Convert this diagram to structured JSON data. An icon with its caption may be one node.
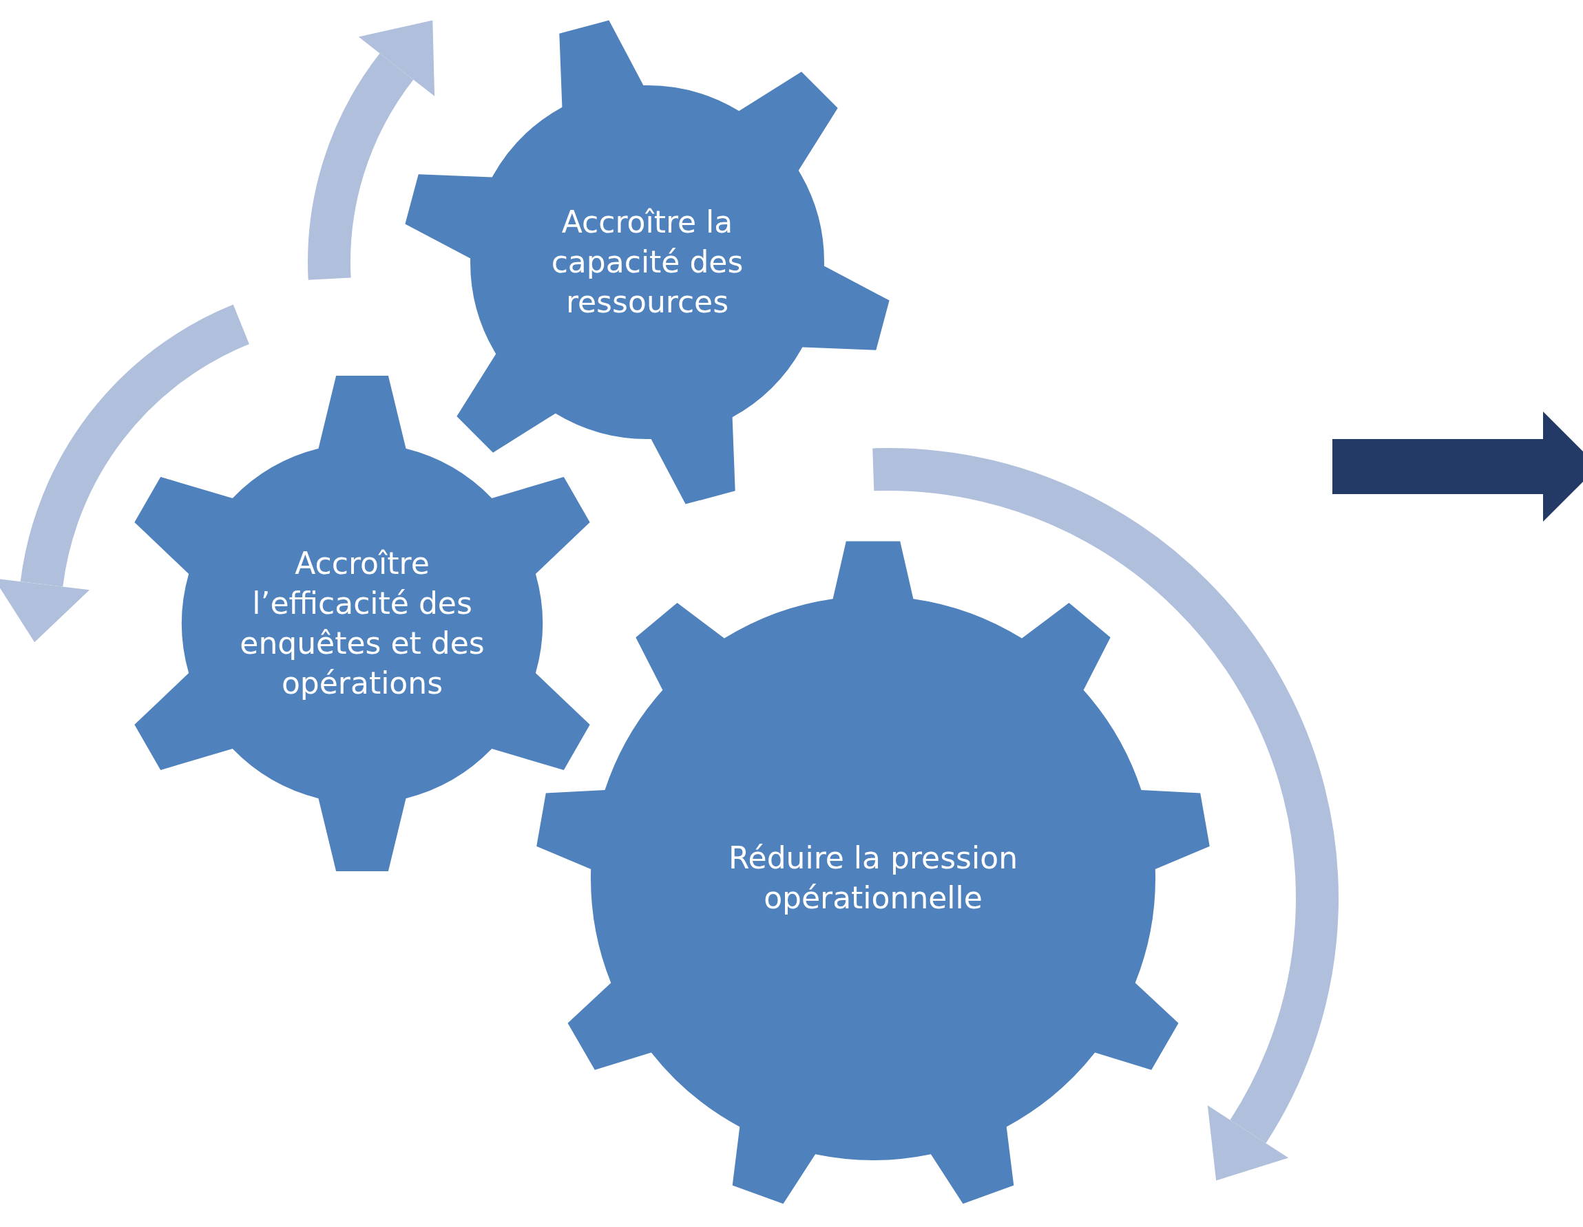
{
  "diagram": {
    "nodes": [
      {
        "text": [
          "Accroître la capacité des ressources"
        ]
      },
      {
        "text": [
          "Accroître l’efficacité des enquêtes et des opérations"
        ]
      },
      {
        "text": [
          "Réduire la pression opérationnelle"
        ]
      }
    ]
  }
}
